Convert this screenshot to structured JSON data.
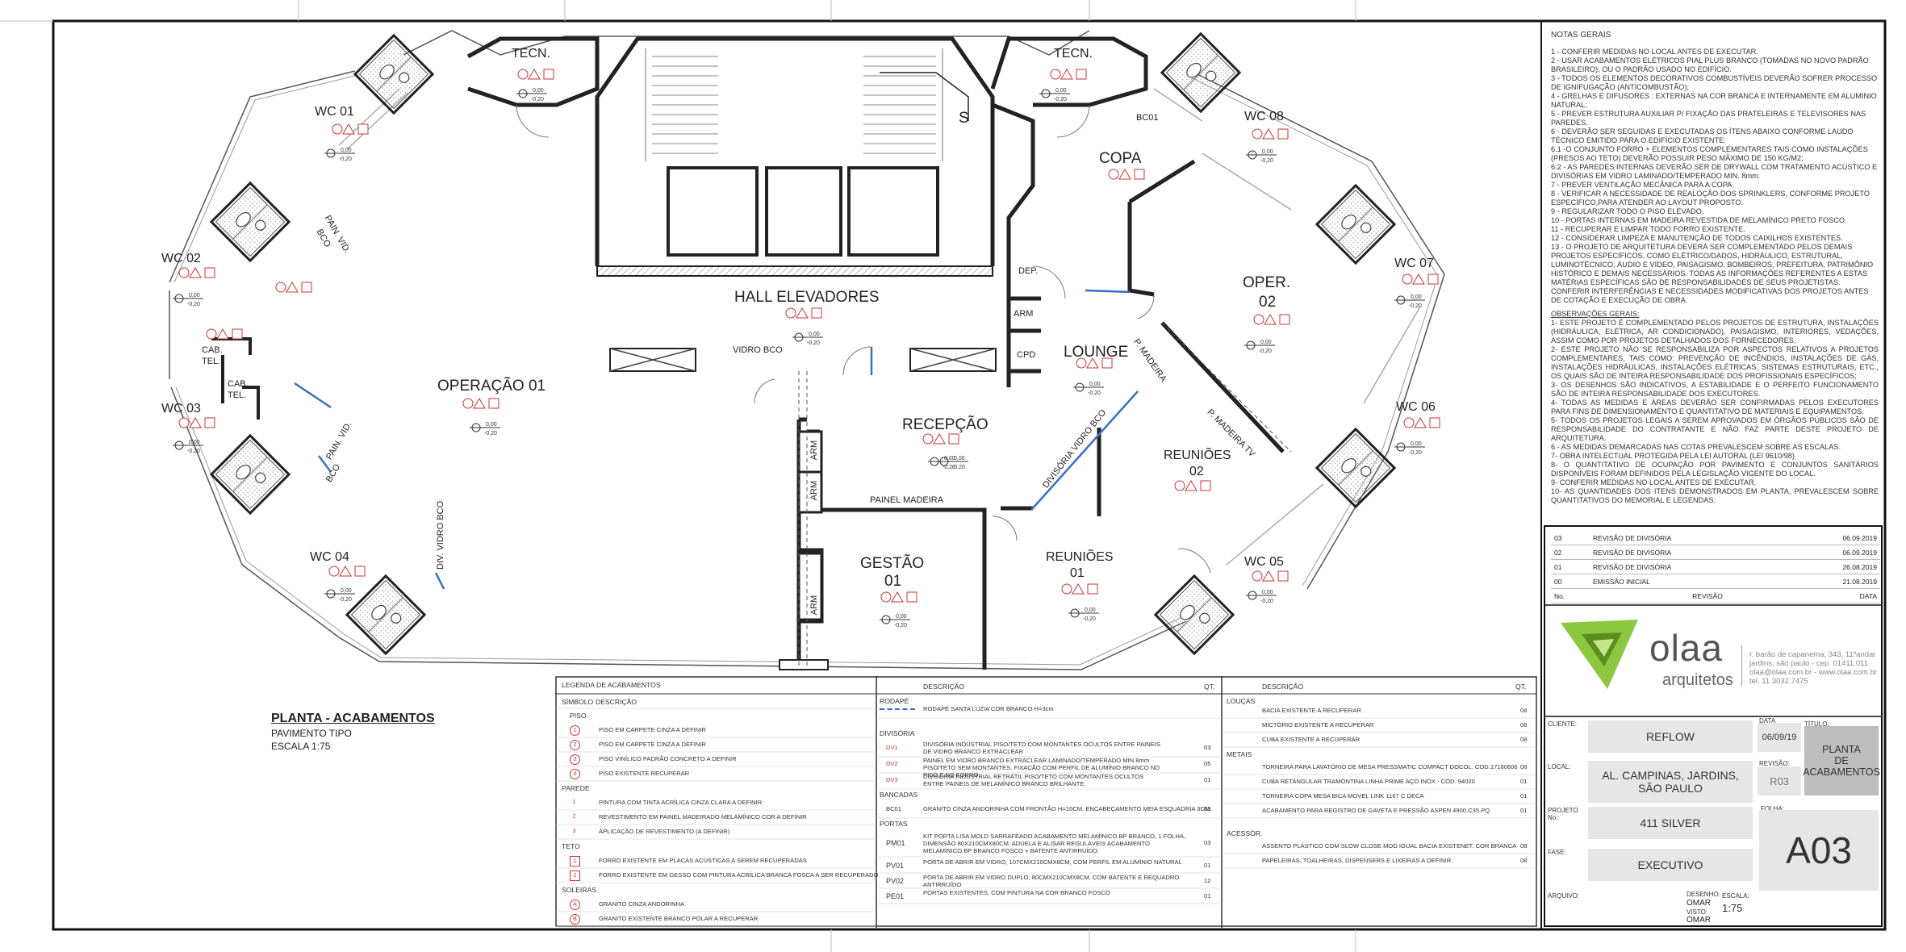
{
  "drawing": {
    "title": "PLANTA - ACABAMENTOS",
    "subtitle": "PAVIMENTO TIPO",
    "scale": "ESCALA 1:75",
    "rooms": {
      "tecn_l": "TECN.",
      "tecn_r": "TECN.",
      "wc01": "WC 01",
      "wc02": "WC 02",
      "wc03": "WC 03",
      "wc04": "WC 04",
      "wc05": "WC 05",
      "wc06": "WC 06",
      "wc07": "WC 07",
      "wc08": "WC 08",
      "operacao01": "OPERAÇÃO 01",
      "hall": "HALL ELEVADORES",
      "copa": "COPA",
      "oper02_a": "OPER.",
      "oper02_b": "02",
      "lounge": "LOUNGE",
      "recepcao": "RECEPÇÃO",
      "gestao_a": "GESTÃO",
      "gestao_b": "01",
      "reunioes01_a": "REUNIÕES",
      "reunioes01_b": "01",
      "reunioes02_a": "REUNIÕES",
      "reunioes02_b": "02",
      "dep": "DEP.",
      "arm1": "ARM",
      "cpd": "CPD",
      "arm2": "ARM",
      "arm3": "ARM",
      "arm4": "ARM",
      "cab1_a": "CAB.",
      "cab1_b": "TEL.",
      "cab2_a": "CAB.",
      "cab2_b": "TEL.",
      "s": "S",
      "bc01": "BC01"
    },
    "labels": {
      "vidro_bco": "VIDRO BCO",
      "painel_madeira": "PAINEL MADEIRA",
      "div_vidro_bco": "DIV. VIDRO BCO",
      "divisoria_vidro_bco": "DIVISÓRIA VIDRO BCO",
      "p_madeira": "P. MADEIRA",
      "p_madeira_tv": "P. MADEIRA TV",
      "pain_vid_1": "PAIN. VID.",
      "bco_1": "BCO",
      "pain_vid_2": "PAIN. VID.",
      "bco_2": "BCO",
      "level_a": "0,00",
      "level_b": "-0,20"
    }
  },
  "notes": {
    "title": "NOTAS GERAIS",
    "items": [
      "1 - CONFERIR MEDIDAS NO LOCAL ANTES DE EXECUTAR.",
      "2 - USAR ACABAMENTOS ELÉTRICOS PIAL PLUS BRANCO (TOMADAS NO NOVO PADRÃO BRASILEIRO), OU O PADRÃO USADO NO EDIFÍCIO.",
      "3 - TODOS OS ELEMENTOS DECORATIVOS COMBUSTÍVEIS DEVERÃO SOFRER PROCESSO DE IGNIFUGAÇÃO (ANTICOMBUSTÃO);",
      "4 - GRELHAS E DIFUSORES : EXTERNAS NA COR BRANCA E INTERNAMENTE EM ALUMINIO NATURAL;",
      "5 - PREVER ESTRUTURA AUXILIAR P/ FIXAÇÃO DAS PRATELEIRAS E TELEVISORES NAS PAREDES.",
      "6 - DEVERÃO SER SEGUIDAS E EXECUTADAS OS ÍTENS ABAIXO CONFORME LAUDO TÉCNICO EMITIDO PARA O EDIFÍCIO EXISTENTE:",
      "6.1 -O CONJUNTO FORRO + ELEMENTOS COMPLEMENTARES TAIS COMO INSTALAÇÕES (PRESOS AO TETO) DEVERÃO POSSUIR PESO MÁXIMO DE 150 KG/M2;",
      "6.2 - AS PAREDES INTERNAS DEVERÃO SER DE DRYWALL COM TRATAMENTO ACÚSTICO E DIVISÓRIAS EM VIDRO LAMINADO/TEMPERADO MIN. 8mm.",
      "7 - PREVER VENTILAÇÃO MECÂNICA PARA A COPA",
      "8 - VERIFICAR A NECESSIDADE DE REALOÇÃO DOS SPRINKLERS, CONFORME PROJETO ESPECÍFICO,PARA ATENDER AO LAYOUT PROPOSTO.",
      "9 - REGULARIZAR TODO O PISO ELEVADO.",
      "10 - PORTAS INTERNAS EM MADEIRA REVESTIDA DE MELAMÍNICO PRETO FOSCO.",
      "11 - RECUPERAR E LIMPAR TODO FORRO EXISTENTE.",
      "12 - CONSIDERAR LIMPEZA E MANUTENÇÃO DE TODOS CAIXILHOS EXISTENTES.",
      "13 - O PROJETO DE ARQUITETURA DEVERÁ SER COMPLEMENTADO PELOS DEMAIS PROJETOS ESPECÍFICOS, COMO ELÉTRICO/DADOS, HIDRÁULICO, ESTRUTURAL, LUMINOTÉCNICO, ÁUDIO E VÍDEO, PAISAGISMO, BOMBEIROS, PREFEITURA, PATRIMÔNIO HISTÓRICO E DEMAIS NECESSÁRIOS. TODAS AS INFORMAÇÕES REFERENTES A ESTAS MATÉRIAS ESPECÍFICAS SÃO DE RESPONSABILIDADES DE SEUS PROJETISTAS. CONFERIR INTERFERÊNCIAS E NECESSIDADES MODIFICATIVAS DOS PROJETOS ANTES DE COTAÇÃO E EXECUÇÃO DE OBRA."
    ],
    "obs_title": "OBSERVAÇÕES GERAIS:",
    "obs": [
      "1- ESTE PROJETO É COMPLEMENTADO PELOS PROJETOS DE ESTRUTURA, INSTALAÇÕES (HIDRÁULICA, ELÉTRICA, AR CONDICIONADO), PAISAGISMO, INTERIORES, VEDAÇÕES, ASSIM COMO POR PROJETOS DETALHADOS DOS FORNECEDORES.",
      "2- ESTE PROJETO NÃO SE RESPONSABILIZA POR ASPECTOS RELATIVOS A PROJETOS COMPLEMENTARES, TAIS COMO: PREVENÇÃO DE INCÊNDIOS, INSTALAÇÕES DE GÁS, INSTALAÇÕES HIDRÁULICAS, INSTALAÇÕES ELÉTRICAS, SISTEMAS ESTRUTURAIS, ETC., OS QUAIS SÃO DE INTEIRA RESPONSABILIDADE DOS PROFISSIONAIS ESPECÍFICOS;",
      "3- OS DESENHOS SÃO INDICATIVOS, A ESTABILIDADE E O PERFEITO FUNCIONAMENTO SÃO DE INTEIRA RESPONSABILIDADE DOS EXECUTORES.",
      "4- TODAS AS MEDIDAS E ÁREAS DEVERÃO SER CONFIRMADAS PELOS EXECUTORES PARA FINS DE DIMENSIONAMENTO E QUANTITATIVO DE MATERIAIS E EQUIPAMENTOS.",
      "5- TODOS OS PROJETOS LEGAIS A SEREM APROVADOS EM ÓRGÃOS PÚBLICOS SÃO DE RESPONSABILIDADE DO CONTRATANTE E NÃO FAZ PARTE DESTE PROJETO DE ARQUITETURA.",
      "6 - AS MEDIDAS DEMARCADAS NAS COTAS PREVALESCEM SOBRE AS ESCALAS.",
      "7- OBRA INTELECTUAL PROTEGIDA PELA LEI AUTORAL (LEI 9610/98)",
      "8- O QUANTITATIVO DE OCUPAÇÃO POR PAVIMENTO E CONJUNTOS SANITÁRIOS DISPONÍVEIS FORAM DEFINIDOS PELA LEGISLAÇÃO VIGENTE DO LOCAL.",
      "9- CONFERIR MEDIDAS NO LOCAL ANTES DE EXECUTAR.",
      "10- AS QUANTIDADES DOS ITENS DEMONSTRADOS EM PLANTA, PREVALESCEM SOBRE QUANTITATIVOS DO MEMORIAL E LEGENDAS."
    ]
  },
  "revisions": {
    "rows": [
      {
        "no": "03",
        "desc": "REVISÃO DE DIVISÓRIA",
        "date": "06.09.2019"
      },
      {
        "no": "02",
        "desc": "REVISÃO DE DIVISÓRIA",
        "date": "06.09.2019"
      },
      {
        "no": "01",
        "desc": "REVISÃO DE DIVISÓRIA",
        "date": "26.08.2019"
      },
      {
        "no": "00",
        "desc": "EMISSÃO INICIAL",
        "date": "21.08.2019"
      }
    ],
    "header": {
      "no": "No.",
      "desc": "REVISÃO",
      "date": "DATA"
    }
  },
  "firm": {
    "name": "olaa",
    "sub": "arquitetos",
    "address": [
      "r. barão de capanema, 343, 11ºandar",
      "jardins, são paulo - cep. 01411.011",
      "olaa@olaa.com.br - www.olaa.com.br",
      "tel. 11 3032.7475"
    ],
    "logo_color": "#8dc63f"
  },
  "titleblock": {
    "cliente_lbl": "CLIENTE:",
    "cliente": "REFLOW",
    "local_lbl": "LOCAL:",
    "local_a": "AL. CAMPINAS, JARDINS,",
    "local_b": "SÃO PAULO",
    "projeto_lbl_a": "PROJETO",
    "projeto_lbl_b": "No:",
    "projeto": "411 SILVER",
    "fase_lbl": "FASE:",
    "fase": "EXECUTIVO",
    "arquivo_lbl": "ARQUIVO:",
    "data_lbl": "DATA",
    "data": "06/09/19",
    "revisao_lbl": "REVISÃO:",
    "revisao": "R03",
    "titulo_lbl": "TÍTULO:",
    "titulo_a": "PLANTA",
    "titulo_b": "DE",
    "titulo_c": "ACABAMENTOS",
    "folha_lbl": "FOLHA:",
    "folha": "A03",
    "desenho_lbl": "DESENHO:",
    "desenho": "OMAR",
    "visto_lbl": "VISTO:",
    "visto": "OMAR",
    "escala_lbl": "ESCALA:",
    "escala": "1:75"
  },
  "legend": {
    "title": "LEGENDA DE ACABAMENTOS",
    "col_simbolo": "SÍMBOLO",
    "col_descricao": "DESCRIÇÃO",
    "col_qt": "QT.",
    "piso": "PISO",
    "piso_items": [
      "PISO EM CARPETE CINZA A DEFINIR",
      "PISO EM CARPETE CINZA A DEFINIR",
      "PISO VINÍLICO PADRÃO CONCRETO A DEFINIR",
      "PISO EXISTENTE RECUPERAR"
    ],
    "parede": "PAREDE",
    "parede_items": [
      "PINTURA COM TINTA ACRÍLICA CINZA CLARA A DEFINIR",
      "REVESTIMENTO EM PAINEL MADEIRADO MELAMÍNICO COR A DEFINIR",
      "APLICAÇÃO DE REVESTIMENTO (A DEFINIR)"
    ],
    "teto": "TETO",
    "teto_items": [
      "FORRO EXISTENTE EM PLACAS ACÚSTICAS A SEREM RECUPERADAS",
      "FORRO EXISTENTE EM GESSO COM PINTURA ACRÍLICA BRANCA FOSCA A SER RECUPERADO"
    ],
    "soleiras": "SOLEIRAS",
    "soleiras_items": [
      "GRANITO CINZA ANDORINHA",
      "GRANITO EXISTENTE BRANCO POLAR A RECUPERAR"
    ],
    "nums": [
      "1",
      "2",
      "3",
      "4"
    ],
    "sol_a": "A",
    "sol_b": "B",
    "rodape": "RODAPÉ",
    "rodape_item": "RODAPÉ SANTA LUZIA COR BRANCO H=3cm",
    "divisoria": "DIVISÓRIA",
    "div_items": [
      {
        "code": "DV1",
        "desc": "DIVISÓRIA INDUSTRIAL PISO/TETO COM MONTANTES OCULTOS ENTRE PAINEIS DE VIDRO BRANCO EXTRACLEAR",
        "qt": "03"
      },
      {
        "code": "DV2",
        "desc": "PAINEL EM VIDRO BRANCO EXTRACLEAR LAMINADO/TEMPERADO MIN 8mm PISO/TETO SEM MONTANTES. FIXAÇÃO COM PERFIL DE ALUMÍNIO BRANCO NO PISO E NO FORRO.",
        "qt": "05"
      },
      {
        "code": "DV3",
        "desc": "DIVISÓRIA INDUSTRIAL RETRÁTIL PISO/TETO COM MONTANTES OCULTOS ENTRE PAINEIS DE MELAMÍNICO BRANCO BRILHANTE.",
        "qt": "01"
      }
    ],
    "bancadas": "BANCADAS",
    "banc_items": [
      {
        "code": "BC01",
        "desc": "GRANITO CINZA ANDORINHA COM FRONTÃO H=10CM. ENCABEÇAMENTO MEIA ESQUADRIA 3CM.",
        "qt": "03"
      }
    ],
    "portas": "PORTAS",
    "porta_items": [
      {
        "code": "PM01",
        "desc": "KIT PORTA LISA MOLD SARRAFEADO ACABAMENTO MELAMÍNICO BP BRANCO, 1 FOLHA, DIMENSÃO 80X210CMX80CM, ADUELA E ALISAR REGULÁVEIS ACABAMENTO MELAMÍNICO BP BRANCO FOSCO + BATENTE ANTIRRUÍDO.",
        "qt": "03"
      },
      {
        "code": "PV01",
        "desc": "PORTA DE ABRIR EM VIDRO, 107CMX210CMX8CM, COM PERFIL EM ALUMÍNIO NATURAL",
        "qt": "01"
      },
      {
        "code": "PV02",
        "desc": "PORTA DE ABRIR EM VIDRO DUPLO, 80CMX210CMX8CM, COM BATENTE E REQUADRO ANTIRRUÍDO",
        "qt": "12"
      },
      {
        "code": "PE01",
        "desc": "PORTAS EXISTENTES, COM PINTURA NA COR BRANCO FOSCO",
        "qt": "01"
      }
    ],
    "loucas": "LOUÇAS",
    "louca_items": [
      {
        "desc": "BACIA EXISTENTE A RECUPERAR",
        "qt": "08"
      },
      {
        "desc": "MICTÓRIO EXISTENTE A RECUPERAR",
        "qt": "08"
      },
      {
        "desc": "CUBA EXISTENTE A RECUPERAR",
        "qt": "08"
      }
    ],
    "metais": "METAIS",
    "metal_items": [
      {
        "desc": "TORNEIRA PARA LAVATÓRIO DE MESA PRESSMATIC COMPACT DOCOL. COD.17160606",
        "qt": "08"
      },
      {
        "desc": "CUBA RETANGULAR TRAMONTINA LINHA PRIME AÇO INOX - CÓD. 94020",
        "qt": "01"
      },
      {
        "desc": "TORNEIRA COPA MESA BICA MÓVEL LINK 1167 C DECA",
        "qt": "01"
      },
      {
        "desc": "ACABAMENTO PARA REGISTRO DE GAVETA E PRESSÃO ASPEN 4900.C35.PQ",
        "qt": "01"
      }
    ],
    "acessor": "ACESSÓR.",
    "acess_items": [
      {
        "desc": "ASSENTO PLÁSTICO COM SLOW CLOSE MOD IGUAL BACIA EXISTENET. COR BRANCA",
        "qt": "08"
      },
      {
        "desc": "PAPELEIRAS, TOALHEIRAS, DISPENSERS E LIXEIRAS A DEFINIR.",
        "qt": "08"
      }
    ]
  }
}
